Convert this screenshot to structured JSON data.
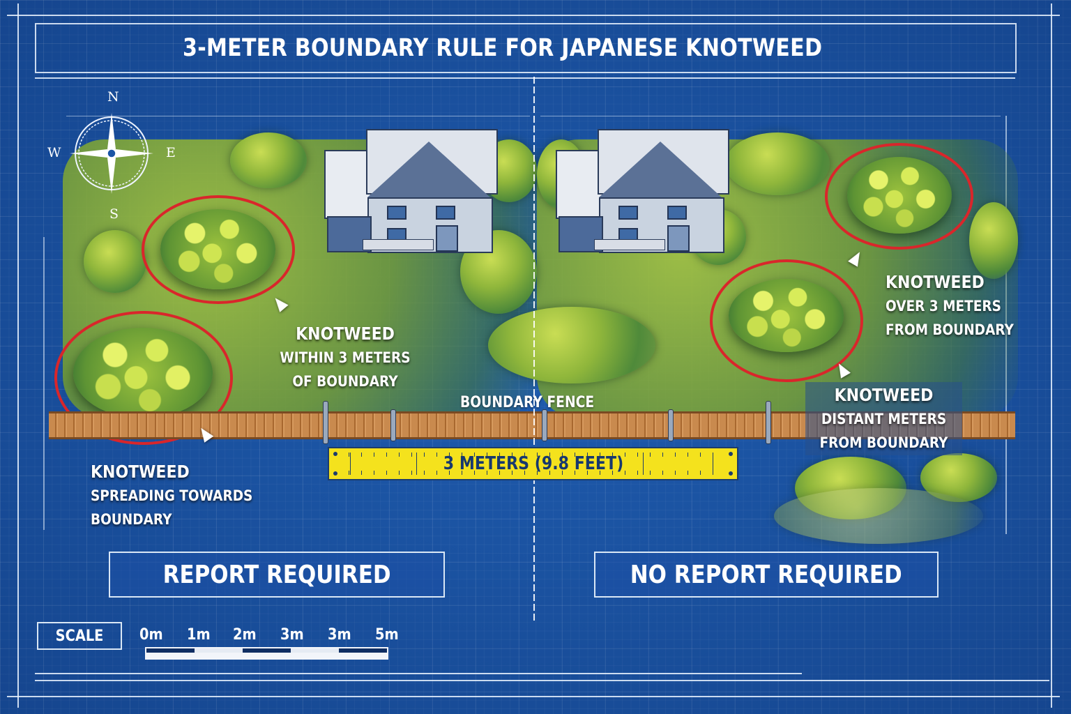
{
  "title": "3-METER BOUNDARY RULE FOR JAPANESE KNOTWEED",
  "compass": {
    "n": "N",
    "s": "S",
    "e": "E",
    "w": "W"
  },
  "left_panel": {
    "callout_near_house": {
      "line1": "KNOTWEED",
      "line2": "WITHIN 3 METERS",
      "line3": "OF BOUNDARY"
    },
    "callout_fence": {
      "line1": "KNOTWEED",
      "line2": "SPREADING TOWARDS",
      "line3": "BOUNDARY"
    },
    "status": "REPORT REQUIRED"
  },
  "right_panel": {
    "callout_top": {
      "line1": "KNOTWEED",
      "line2": "OVER 3 METERS",
      "line3": "FROM BOUNDARY"
    },
    "callout_middle": {
      "line1": "KNOTWEED",
      "line2": "DISTANT METERS",
      "line3": "FROM BOUNDARY"
    },
    "status": "NO REPORT REQUIRED"
  },
  "fence_label": "BOUNDARY FENCE",
  "ruler_label": "3 METERS (9.8 FEET)",
  "scale": {
    "label": "SCALE",
    "ticks": [
      "0m",
      "1m",
      "2m",
      "3m",
      "3m",
      "5m"
    ]
  },
  "colors": {
    "blueprint_bg": "#1b55a5",
    "circle_highlight": "#d9262b",
    "ruler_yellow": "#f4e21d",
    "fence_wood": "#c98a4e"
  }
}
